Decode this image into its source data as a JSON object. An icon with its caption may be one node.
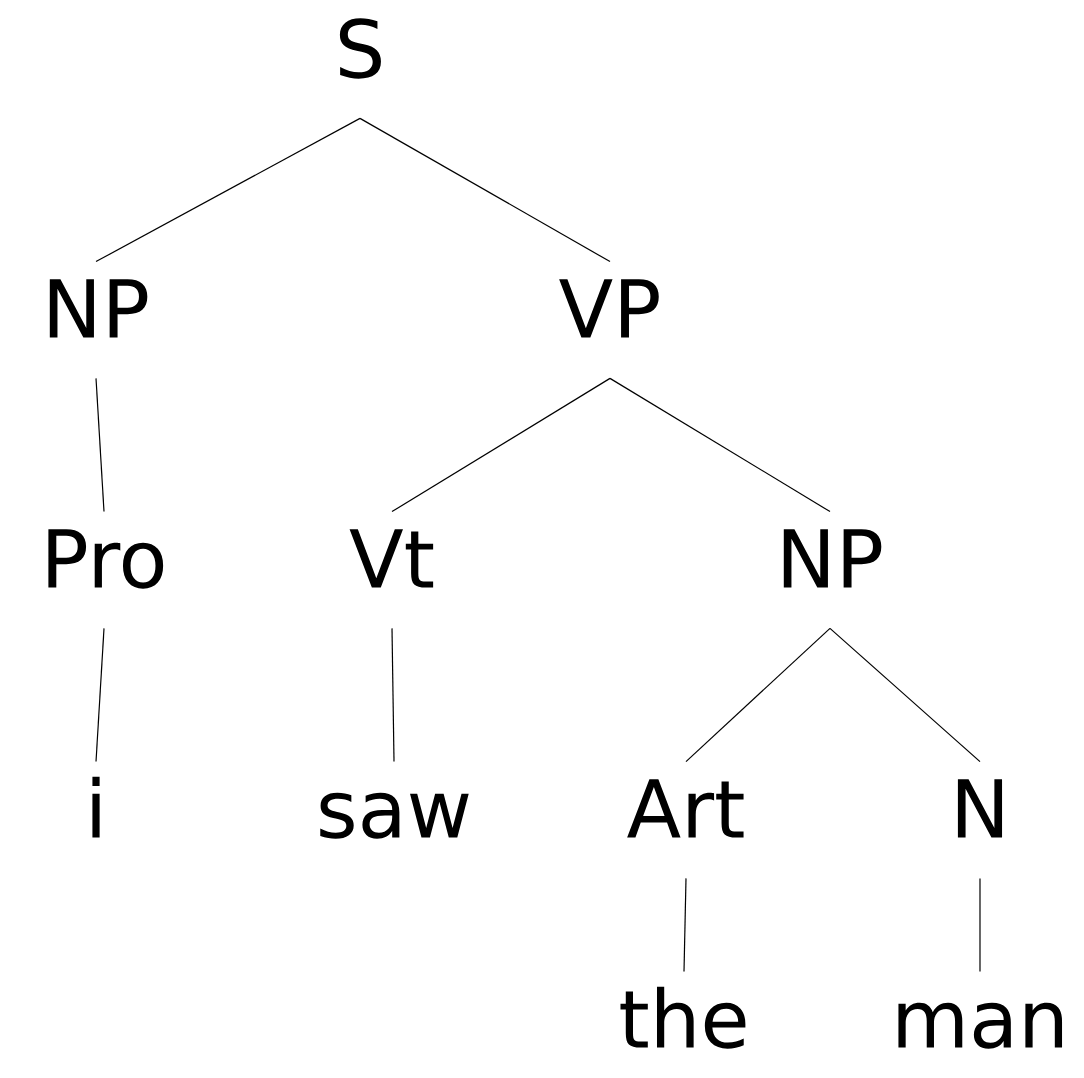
{
  "diagram": {
    "nodes": [
      {
        "text": [
          "S"
        ]
      },
      {
        "text": [
          "NP"
        ]
      },
      {
        "text": [
          "VP"
        ]
      },
      {
        "text": [
          "Pro"
        ]
      },
      {
        "text": [
          "i"
        ]
      },
      {
        "text": [
          "Vt"
        ]
      },
      {
        "text": [
          "saw"
        ]
      },
      {
        "text": [
          "NP"
        ]
      },
      {
        "text": [
          "Art"
        ]
      },
      {
        "text": [
          "N"
        ]
      },
      {
        "text": [
          "the"
        ]
      },
      {
        "text": [
          "man"
        ]
      }
    ],
    "edges": [
      {
        "from": 0,
        "to": 1,
        "arrow": "none"
      },
      {
        "from": 0,
        "to": 2,
        "arrow": "none"
      },
      {
        "from": 1,
        "to": 3,
        "arrow": "none"
      },
      {
        "from": 3,
        "to": 4,
        "arrow": "none"
      },
      {
        "from": 2,
        "to": 5,
        "arrow": "none"
      },
      {
        "from": 2,
        "to": 7,
        "arrow": "none"
      },
      {
        "from": 5,
        "to": 6,
        "arrow": "none"
      },
      {
        "from": 7,
        "to": 8,
        "arrow": "none"
      },
      {
        "from": 7,
        "to": 9,
        "arrow": "none"
      },
      {
        "from": 8,
        "to": 10,
        "arrow": "none"
      },
      {
        "from": 9,
        "to": 11,
        "arrow": "none"
      }
    ]
  }
}
